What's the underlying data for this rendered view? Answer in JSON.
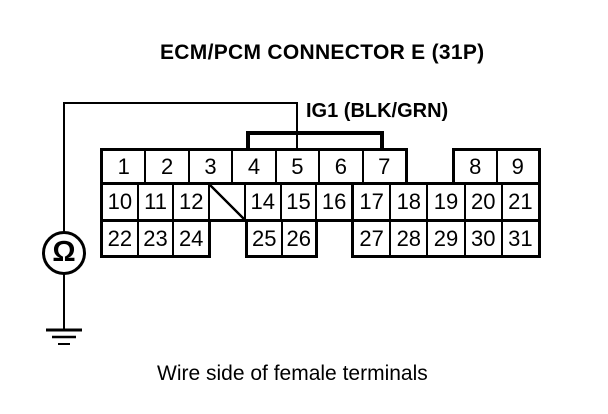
{
  "title": "ECM/PCM CONNECTOR E (31P)",
  "wire": {
    "label": "IG1 (BLK/GRN)",
    "connects_terminal": "5"
  },
  "meter": {
    "symbol": "Ω",
    "type": "ohmmeter"
  },
  "caption": "Wire side of female terminals",
  "connector": {
    "missing_terminal": "13",
    "rows": [
      {
        "blocks": [
          {
            "cells": [
              "1",
              "2",
              "3",
              "4",
              "5",
              "6",
              "7"
            ]
          },
          {
            "cells": [
              "8",
              "9"
            ]
          }
        ]
      },
      {
        "blocks": [
          {
            "cells": [
              "10",
              "11",
              "12",
              "",
              "14",
              "15",
              "16"
            ]
          },
          {
            "cells": [
              "17",
              "18",
              "19",
              "20",
              "21"
            ]
          }
        ]
      },
      {
        "blocks": [
          {
            "cells": [
              "22",
              "23",
              "24"
            ]
          },
          {
            "cells": [
              "25",
              "26"
            ]
          },
          {
            "cells": [
              "27",
              "28",
              "29",
              "30",
              "31"
            ]
          }
        ]
      }
    ]
  }
}
